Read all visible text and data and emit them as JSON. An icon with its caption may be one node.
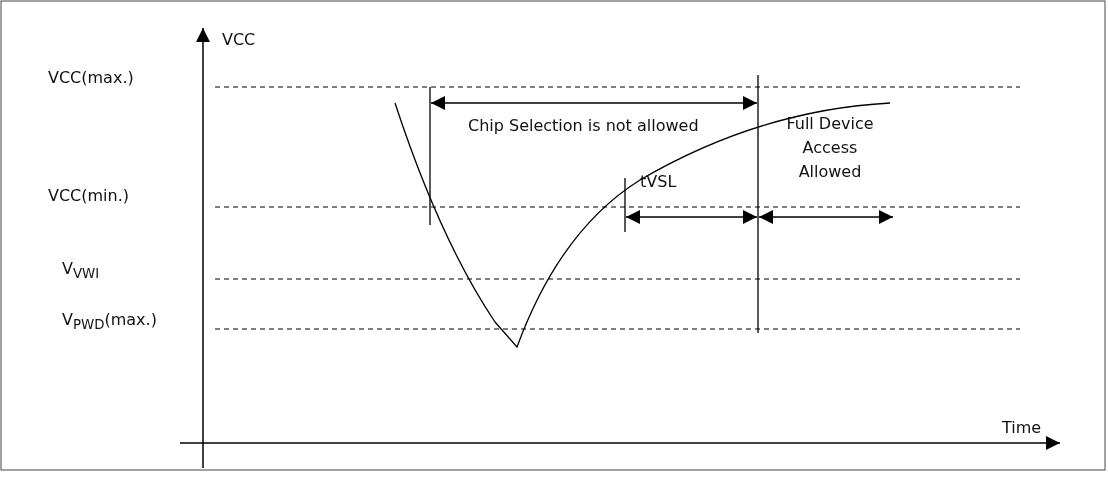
{
  "diagram": {
    "labels": [
      "VCC",
      "VCC(max.)",
      "Chip Selection is not allowed",
      "Full Device Access Allowed",
      "tVSL",
      "VCC(min.)",
      "V$_{VWI}$",
      "V$_{PWD}$(max.)",
      "Time"
    ]
  }
}
